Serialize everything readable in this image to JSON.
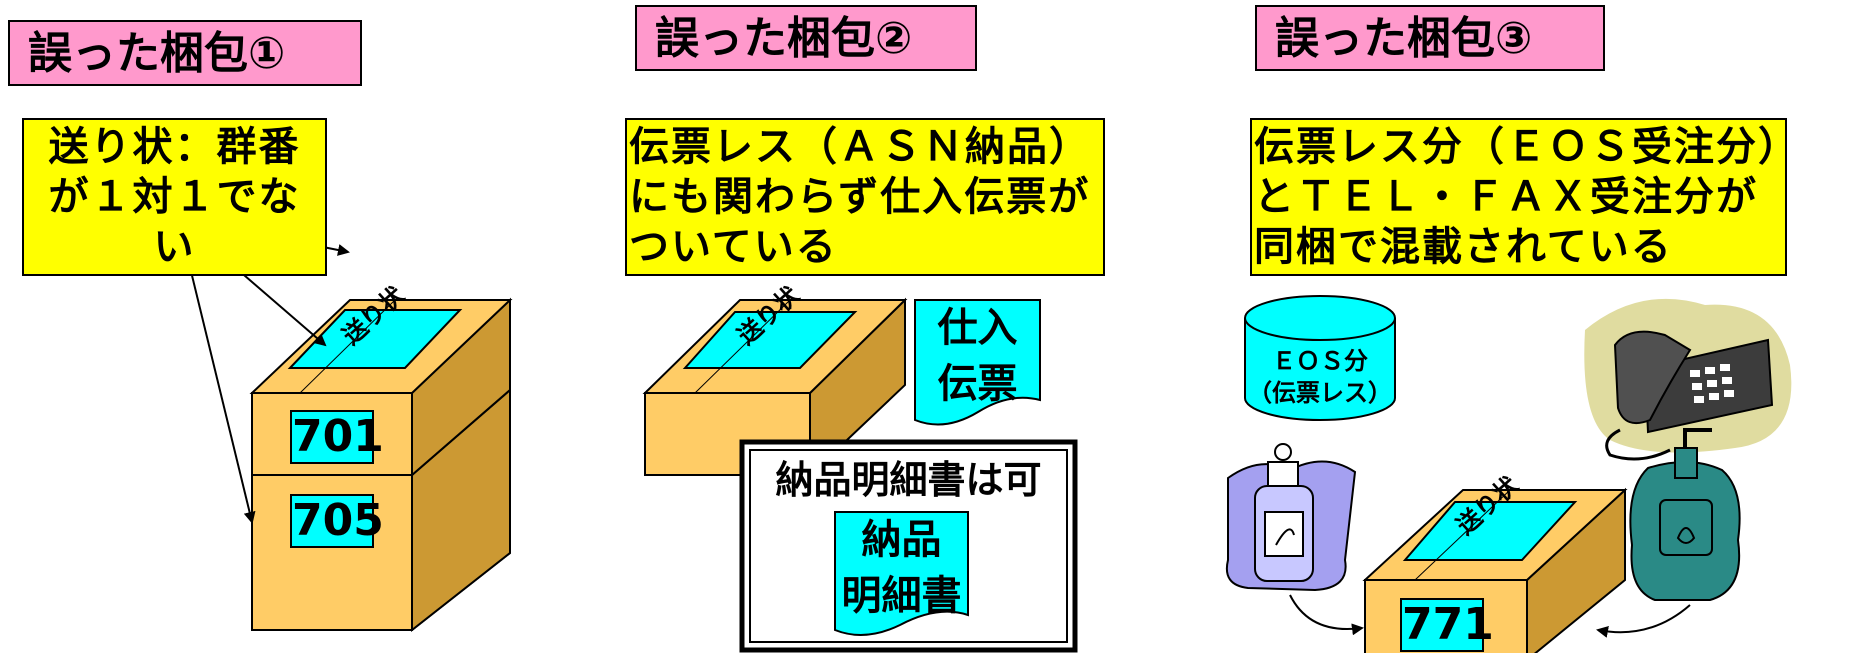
{
  "panel1": {
    "title": "誤った梱包①",
    "callout_line1": "送り状：群番",
    "callout_line2": "が１対１でない",
    "label_slip": "送り状",
    "box_top_number": "701",
    "box_bottom_number": "705"
  },
  "panel2": {
    "title": "誤った梱包②",
    "callout_line1": "伝票レス（ＡＳＮ納品）",
    "callout_line2": "にも関わらず仕入伝票が",
    "callout_line3": "ついている",
    "label_slip": "送り状",
    "purchase_slip_line1": "仕入",
    "purchase_slip_line2": "伝票",
    "delivery_note_caption": "納品明細書は可",
    "delivery_note_line1": "納品",
    "delivery_note_line2": "明細書"
  },
  "panel3": {
    "title": "誤った梱包③",
    "callout_line1": "伝票レス分（ＥＯＳ受注分）",
    "callout_line2": "とＴＥＬ・ＦＡＸ受注分が",
    "callout_line3": "同梱で混載されている",
    "eos_line1": "ＥＯＳ分",
    "eos_line2": "（伝票レス）",
    "label_slip": "送り状",
    "box_number": "771"
  },
  "colors": {
    "title_bg": "#ff99cc",
    "callout_bg": "#ffff00",
    "label_bg": "#00ffff",
    "box_front": "#ffcc66",
    "box_side": "#cc9933"
  }
}
